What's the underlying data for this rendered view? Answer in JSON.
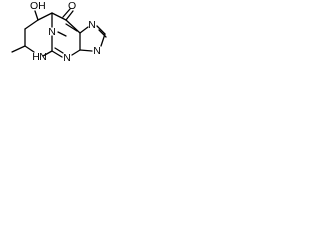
{
  "structure": {
    "atoms": {
      "hydroxyl": "OH",
      "carbonyl_oxygen": "O",
      "ring_nitrogen_bridge": "N",
      "ring_nitrogen_amine": "H\nN",
      "ring_nitrogen_imine": "N",
      "imidazole_n_upper": "N",
      "imidazole_n_lower": "N"
    },
    "substituents": {
      "methyl": "CH3"
    }
  }
}
